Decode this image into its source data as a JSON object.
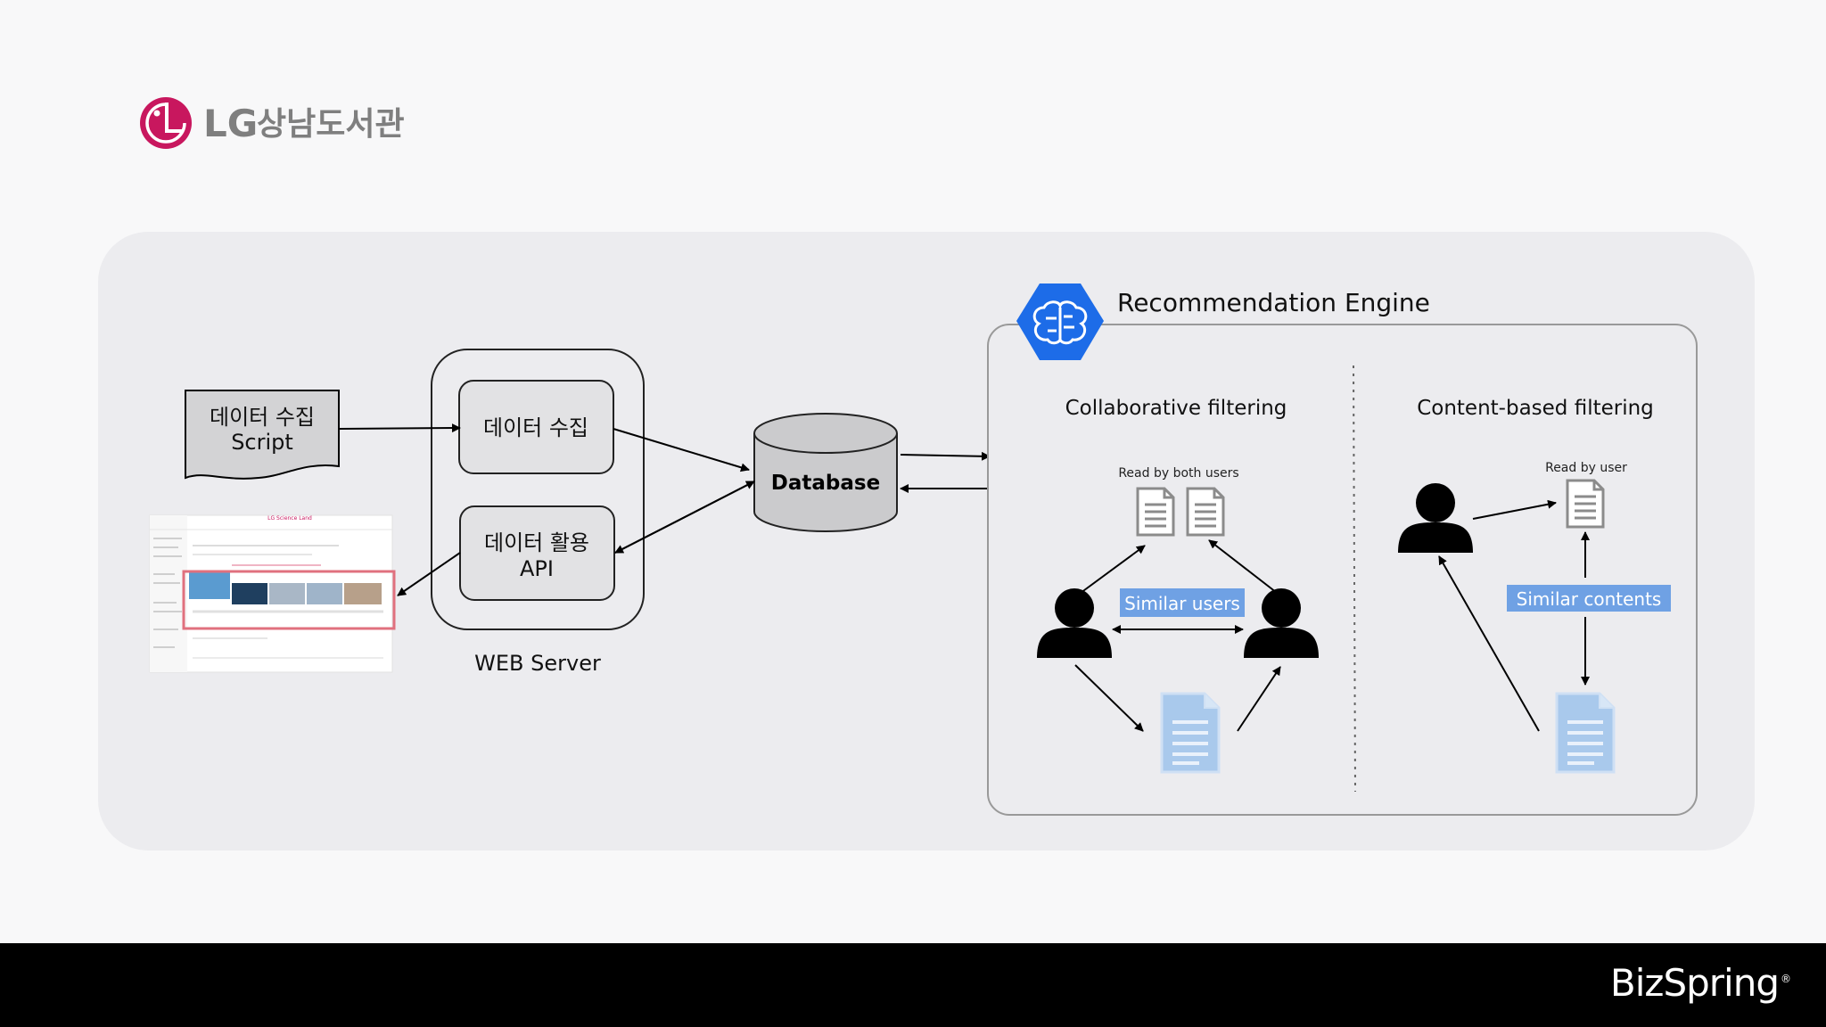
{
  "logo": {
    "brand": "LG",
    "library": "상남도서관"
  },
  "collector_script": {
    "line1": "데이터 수집",
    "line2": "Script"
  },
  "web_server": {
    "label": "WEB Server",
    "collect_box": "데이터 수집",
    "api_box_line1": "데이터 활용",
    "api_box_line2": "API"
  },
  "database": {
    "label": "Database"
  },
  "engine": {
    "title": "Recommendation Engine",
    "collaborative": {
      "title": "Collaborative filtering",
      "doc_caption": "Read by both users",
      "badge": "Similar users"
    },
    "content_based": {
      "title": "Content-based filtering",
      "doc_caption": "Read by user",
      "badge": "Similar contents"
    }
  },
  "website_thumbnail": {
    "site_title": "LG Science Land"
  },
  "footer": {
    "brand": "BizSpring",
    "mark": "®"
  },
  "colors": {
    "panel": "#ececef",
    "engine_blue": "#1d6ce8",
    "badge_blue": "#6fa1e4",
    "lg_magenta": "#c8175e",
    "doc_gray": "#8b8b8b",
    "doc_blue": "#a9c9ec",
    "highlight_red": "#e0707e"
  }
}
